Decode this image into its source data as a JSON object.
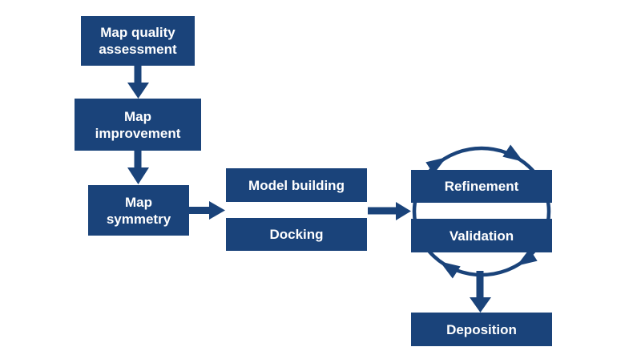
{
  "colors": {
    "node_fill": "#1a437a",
    "arrow": "#1a437a",
    "node_text": "#ffffff",
    "background": "#ffffff"
  },
  "nodes": {
    "map_quality_assessment": {
      "label": "Map quality\nassessment"
    },
    "map_improvement": {
      "label": "Map\nimprovement"
    },
    "map_symmetry": {
      "label": "Map\nsymmetry"
    },
    "model_building": {
      "label": "Model building"
    },
    "docking": {
      "label": "Docking"
    },
    "refinement": {
      "label": "Refinement"
    },
    "validation": {
      "label": "Validation"
    },
    "deposition": {
      "label": "Deposition"
    }
  },
  "edges": [
    {
      "from": "map_quality_assessment",
      "to": "map_improvement",
      "direction": "down"
    },
    {
      "from": "map_improvement",
      "to": "map_symmetry",
      "direction": "down"
    },
    {
      "from": "map_symmetry",
      "to": "model_building_and_docking",
      "direction": "right"
    },
    {
      "from": "model_building_and_docking",
      "to": "refinement_and_validation",
      "direction": "right"
    },
    {
      "from": "refinement_and_validation",
      "to": "deposition",
      "direction": "down"
    }
  ],
  "cycle": {
    "nodes": [
      "refinement",
      "validation"
    ],
    "direction": "clockwise",
    "arrowheads": 4
  }
}
